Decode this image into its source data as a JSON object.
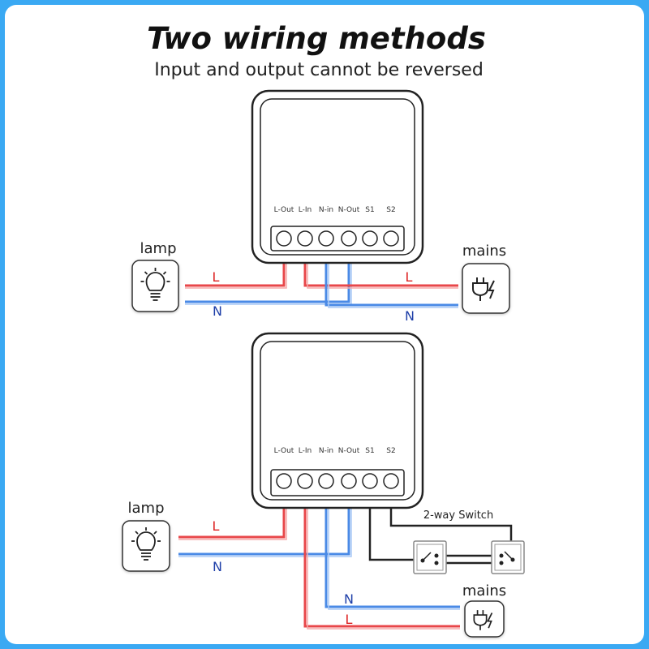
{
  "title": "Two wiring methods",
  "subtitle": "Input and output cannot be reversed",
  "terminals": [
    "L-Out",
    "L-In",
    "N-in",
    "N-Out",
    "S1",
    "S2"
  ],
  "method1": {
    "lamp_label": "lamp",
    "mains_label": "mains",
    "lamp_wire_L": "L",
    "lamp_wire_N": "N",
    "mains_wire_L": "L",
    "mains_wire_N": "N"
  },
  "method2": {
    "lamp_label": "lamp",
    "mains_label": "mains",
    "lamp_wire_L": "L",
    "lamp_wire_N": "N",
    "mains_wire_L": "L",
    "mains_wire_N": "N",
    "switch_label": "2-way Switch"
  },
  "colors": {
    "live": "#e8474a",
    "neutral": "#4a8ae6",
    "switch_wire": "#222222",
    "border": "#3aa9f3"
  },
  "icons": [
    "lightbulb-icon",
    "plug-lightning-icon",
    "two-way-switch-icon"
  ]
}
